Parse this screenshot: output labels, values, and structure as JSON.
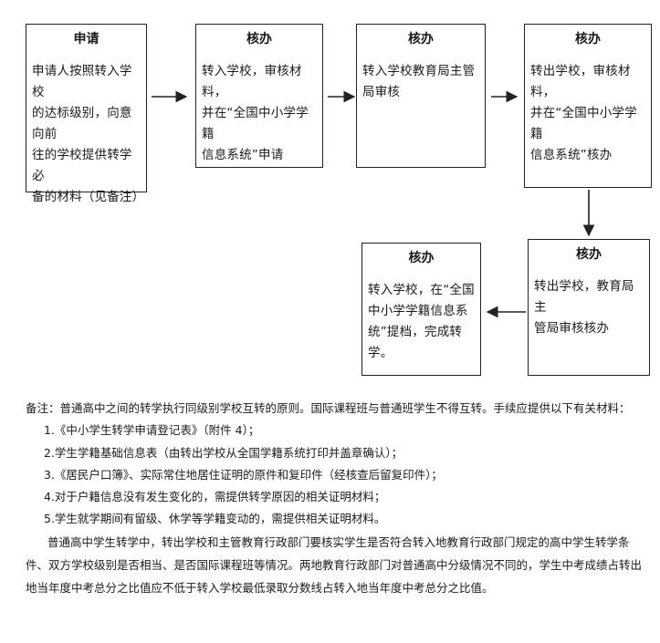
{
  "boxes": [
    {
      "title": "申请",
      "body": "申请人按照转入学校\n的达标级别，向意向前\n往的学校提供转学必\n备的材料（见备注）"
    },
    {
      "title": "核办",
      "body": "转入学校，审核材料，\n并在“全国中小学学籍\n信息系统”申请"
    },
    {
      "title": "核办",
      "body": "转入学校教育局主管\n局审核"
    },
    {
      "title": "核办",
      "body": "转出学校，审核材料，\n并在“全国中小学学籍\n信息系统”核办"
    },
    {
      "title": "核办",
      "body": "转出学校，教育局主\n管局审核核办"
    },
    {
      "title": "核办",
      "body": "转入学校，在“全国\n中小学学籍信息系\n统”提档，完成转学。"
    }
  ],
  "notes": {
    "intro": "备注：普通高中之间的转学执行同级别学校互转的原则。国际课程班与普通班学生不得互转。手续应提供以下有关材料：",
    "items": [
      "1.《中小学生转学申请登记表》（附件 4）；",
      "2.学生学籍基础信息表（由转出学校从全国学籍系统打印并盖章确认）；",
      "3.《居民户口簿》、实际常住地居住证明的原件和复印件（经核查后留复印件）；",
      "4.对于户籍信息没有发生变化的，需提供转学原因的相关证明材料；",
      "5.学生就学期间有留级、休学等学籍变动的，需提供相关证明材料。"
    ],
    "paragraph": "普通高中学生转学中，转出学校和主管教育行政部门要核实学生是否符合转入地教育行政部门规定的高中学生转学条件、双方学校级别是否相当、是否国际课程班等情况。两地教育行政部门对普通高中分级情况不同的，学生中考成绩占转出地当年度中考总分之比值应不低于转入学校最低录取分数线占转入地当年度中考总分之比值。"
  }
}
